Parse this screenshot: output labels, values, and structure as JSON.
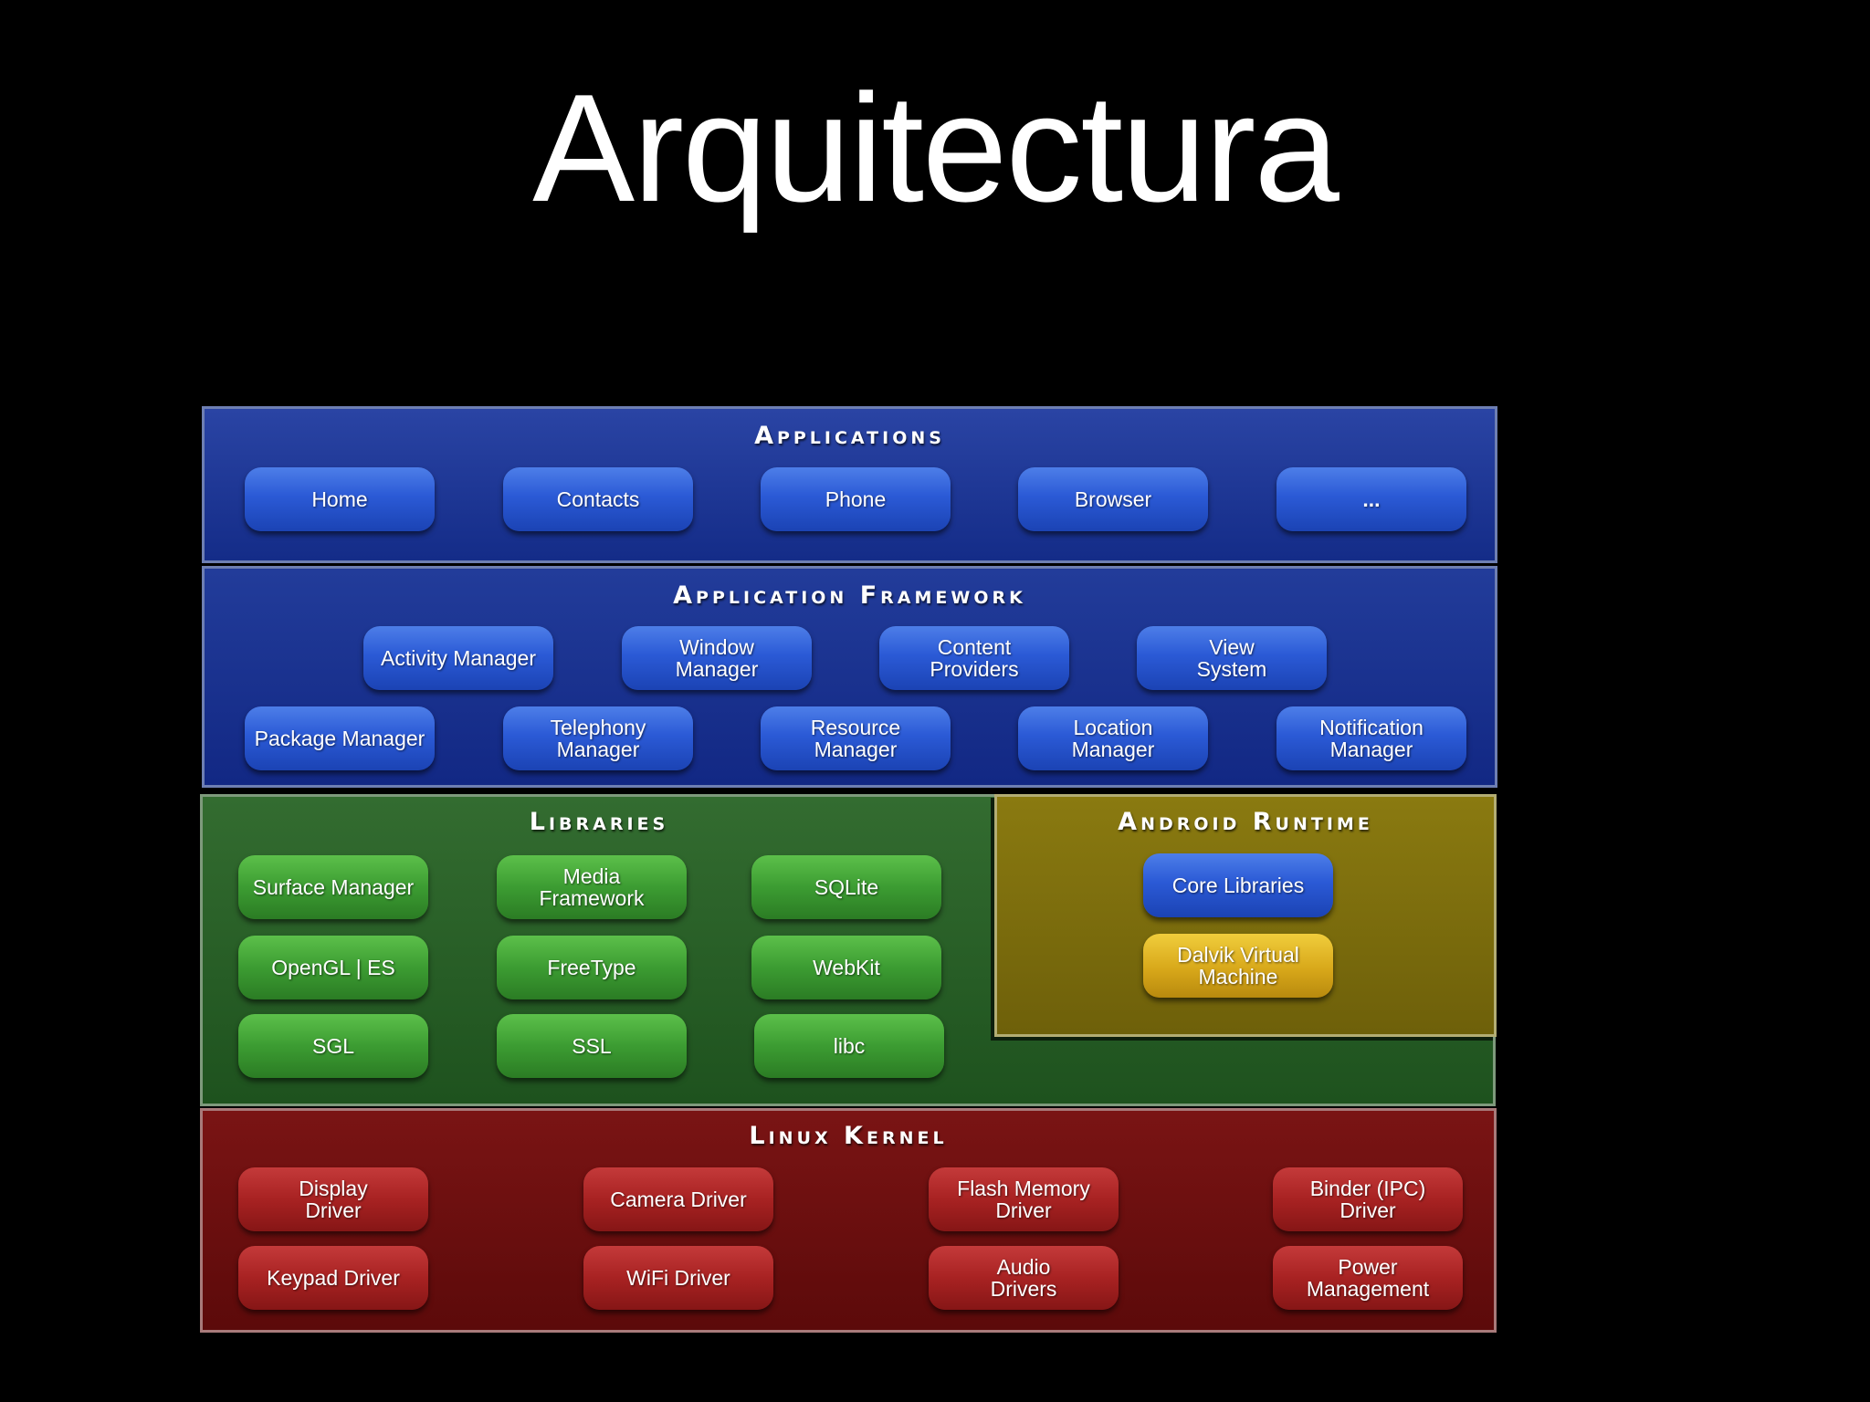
{
  "slide": {
    "title": "Arquitectura"
  },
  "layers": {
    "applications": {
      "heading": "Applications",
      "items": [
        "Home",
        "Contacts",
        "Phone",
        "Browser",
        "..."
      ]
    },
    "framework": {
      "heading": "Application Framework",
      "items": [
        "Activity Manager",
        "Window\nManager",
        "Content\nProviders",
        "View\nSystem",
        "Package Manager",
        "Telephony\nManager",
        "Resource\nManager",
        "Location\nManager",
        "Notification\nManager"
      ]
    },
    "libraries": {
      "heading": "Libraries",
      "items": [
        "Surface Manager",
        "Media\nFramework",
        "SQLite",
        "OpenGL | ES",
        "FreeType",
        "WebKit",
        "SGL",
        "SSL",
        "libc"
      ]
    },
    "runtime": {
      "heading": "Android Runtime",
      "items": [
        "Core Libraries",
        "Dalvik Virtual\nMachine"
      ]
    },
    "kernel": {
      "heading": "Linux Kernel",
      "items": [
        "Display\nDriver",
        "Camera Driver",
        "Flash Memory\nDriver",
        "Binder (IPC)\nDriver",
        "Keypad Driver",
        "WiFi Driver",
        "Audio\nDrivers",
        "Power\nManagement"
      ]
    }
  },
  "colors": {
    "applications": "#1c3592",
    "framework": "#18308c",
    "libraries": "#2a5f28",
    "runtime": "#7f700e",
    "kernel": "#6b1010"
  }
}
